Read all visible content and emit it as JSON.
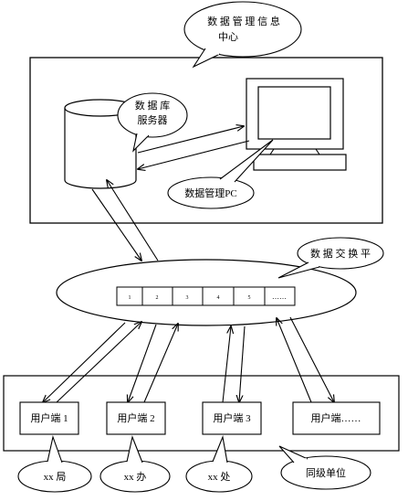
{
  "center_callout": {
    "line1": "数 据 管 理 信 息",
    "line2": "中心"
  },
  "db_callout": {
    "line1": "数 据 库",
    "line2": "服务器"
  },
  "pc_callout": {
    "label": "数据管理PC"
  },
  "exchange_callout": {
    "label": "数 据 交 换 平"
  },
  "exchange_slots": [
    "1",
    "2",
    "3",
    "4",
    "5",
    "……"
  ],
  "clients": [
    {
      "label": "用户端 1",
      "callout": "xx 局"
    },
    {
      "label": "用户端 2",
      "callout": "xx 办"
    },
    {
      "label": "用户端 3",
      "callout": "xx 处"
    },
    {
      "label": "用户端……"
    }
  ],
  "peer_callout": {
    "label": "同级单位"
  }
}
